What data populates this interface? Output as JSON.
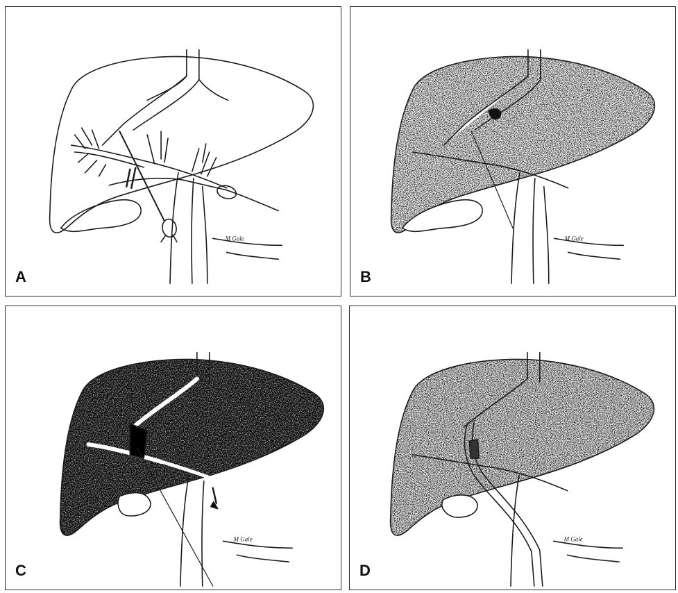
{
  "panels": [
    {
      "id": "A",
      "label": "A",
      "shading": "none"
    },
    {
      "id": "B",
      "label": "B",
      "shading": "light"
    },
    {
      "id": "C",
      "label": "C",
      "shading": "dense"
    },
    {
      "id": "D",
      "label": "D",
      "shading": "moderate"
    }
  ],
  "signature_text": "M Gale",
  "colors": {
    "ink": "#1a1a1a",
    "paper": "#ffffff",
    "border": "#2a2a2a"
  }
}
